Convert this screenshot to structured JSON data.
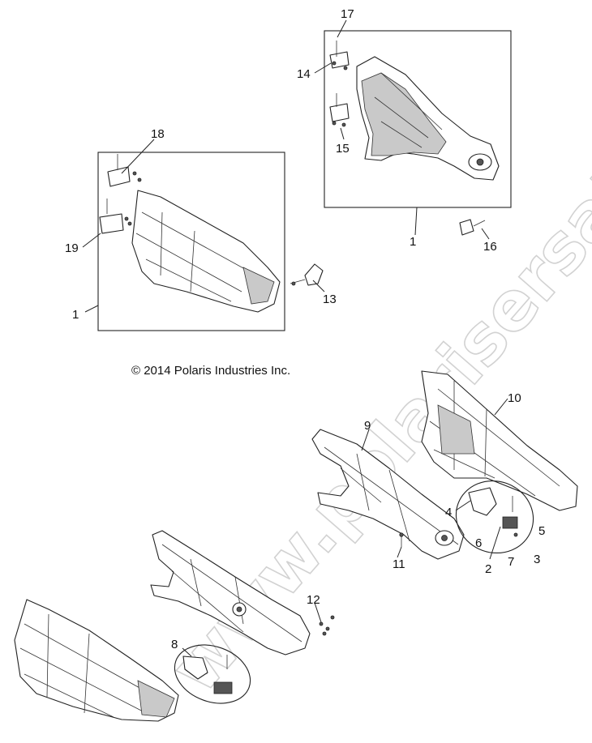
{
  "copyright": "© 2014 Polaris Industries Inc.",
  "watermark": "www.polarisersatzteile.de",
  "callouts": [
    "17",
    "14",
    "15",
    "1",
    "16",
    "18",
    "19",
    "1",
    "13",
    "10",
    "9",
    "4",
    "5",
    "6",
    "2",
    "7",
    "3",
    "11",
    "12",
    "8"
  ]
}
